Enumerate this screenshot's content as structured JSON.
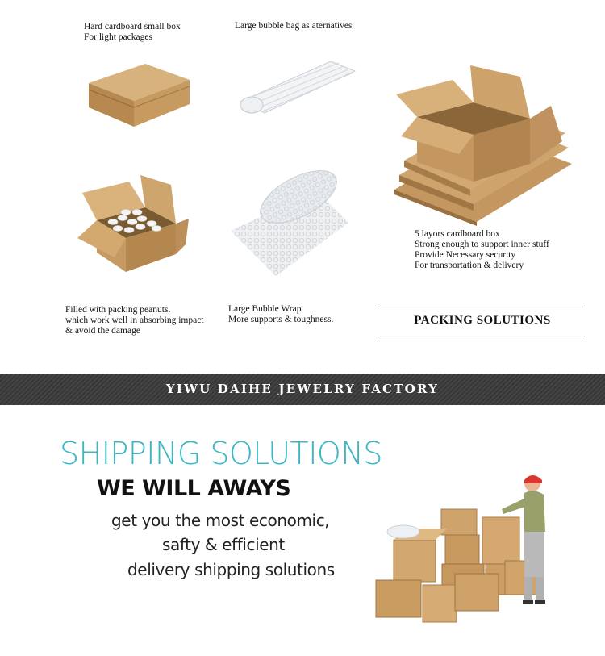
{
  "captions": {
    "small_box": [
      "Hard cardboard small box",
      " For light packages"
    ],
    "bubble_bag": [
      "Large bubble bag as aternatives"
    ],
    "cardboard_5layer": [
      "5 layors cardboard box",
      " Strong enough to support inner stuff",
      " Provide Necessary security",
      " For transportation & delivery"
    ],
    "peanuts": [
      "Filled with packing peanuts.",
      "which work well in absorbing impact",
      "& avoid the damage"
    ],
    "bubble_wrap": [
      " Large Bubble Wrap",
      "More supports &  toughness."
    ]
  },
  "packing_title": "PACKING SOLUTIONS",
  "banner": "YIWU DAIHE JEWELRY FACTORY",
  "shipping": {
    "title": "SHIPPING SOLUTIONS",
    "subtitle": "WE WILL AWAYS",
    "lines": [
      "get you the most economic,",
      "safty & efficient",
      "delivery shipping solutions"
    ]
  },
  "colors": {
    "accent": "#3bb7c4",
    "banner": "#3a3a3a",
    "cardboard": "#c9a06a",
    "cardboard_dark": "#a57c48"
  }
}
